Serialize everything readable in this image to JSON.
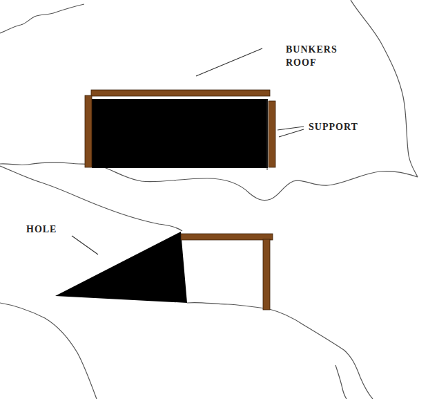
{
  "diagram": {
    "labels": [
      "BUNKERS ROOF",
      "SUPPORT",
      "HOLE"
    ]
  }
}
